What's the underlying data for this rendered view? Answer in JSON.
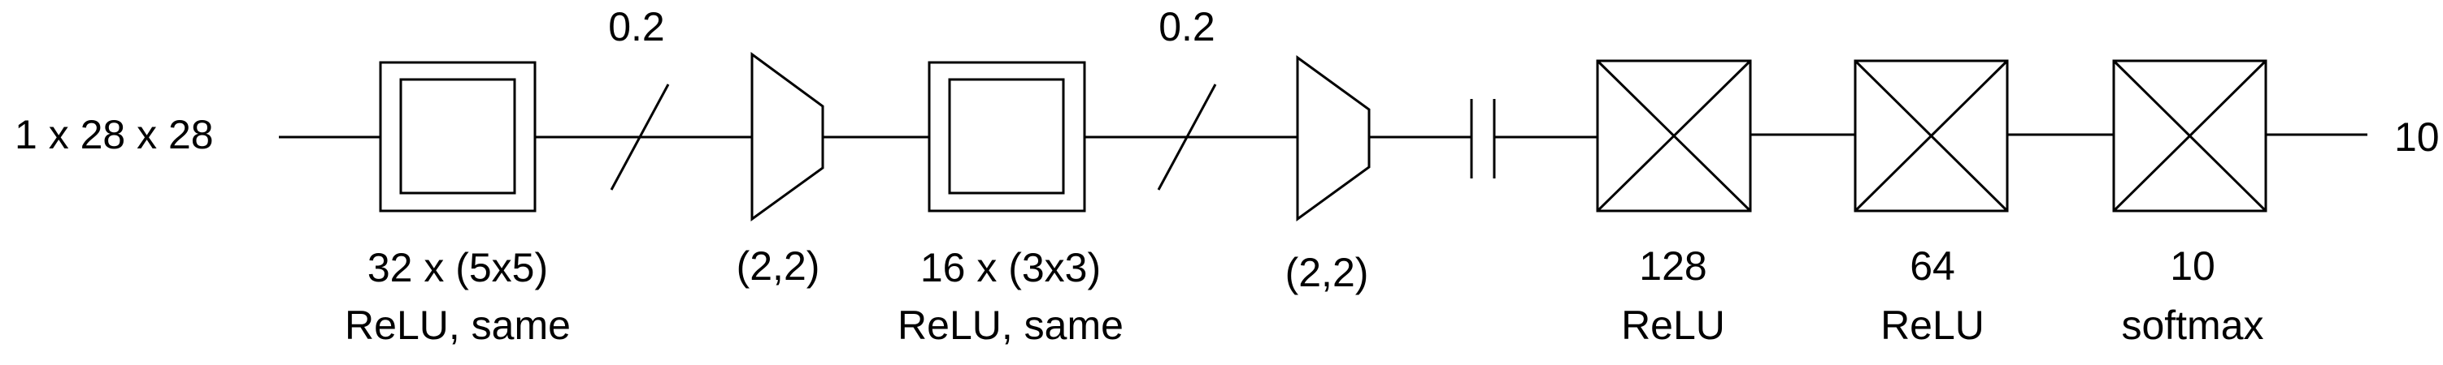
{
  "input_label": "1 x 28 x 28",
  "output_label": "10",
  "layers": [
    {
      "kind": "conv",
      "line1": "32 x (5x5)",
      "line2": "ReLU, same"
    },
    {
      "kind": "dropout",
      "label": "0.2"
    },
    {
      "kind": "pool",
      "label": "(2,2)"
    },
    {
      "kind": "conv",
      "line1": "16 x (3x3)",
      "line2": "ReLU, same"
    },
    {
      "kind": "dropout",
      "label": "0.2"
    },
    {
      "kind": "pool",
      "label": "(2,2)"
    },
    {
      "kind": "flatten"
    },
    {
      "kind": "dense",
      "line1": "128",
      "line2": "ReLU"
    },
    {
      "kind": "dense",
      "line1": "64",
      "line2": "ReLU"
    },
    {
      "kind": "dense",
      "line1": "10",
      "line2": "softmax"
    }
  ],
  "colors": {
    "stroke": "#000000",
    "background": "#ffffff"
  }
}
